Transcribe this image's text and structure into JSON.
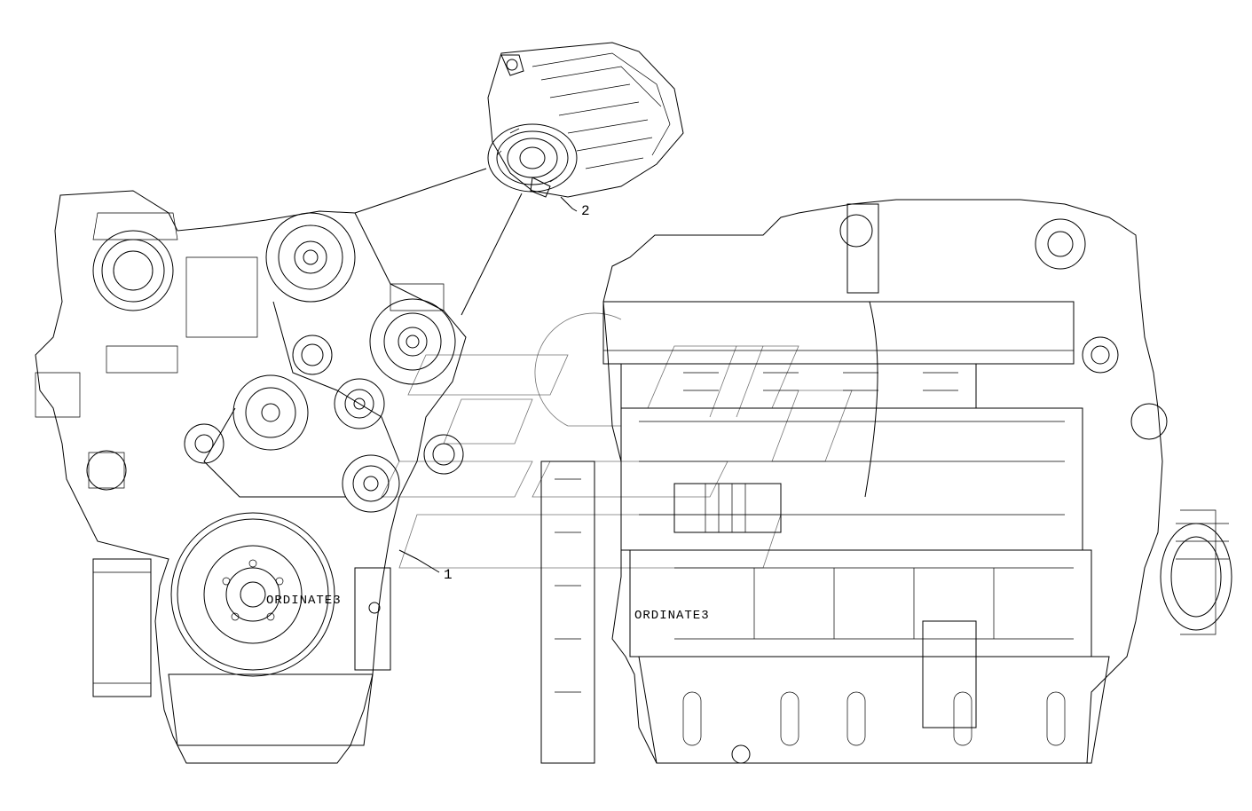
{
  "diagram": {
    "callouts": [
      {
        "id": "callout-1",
        "label": "1"
      },
      {
        "id": "callout-2",
        "label": "2"
      }
    ],
    "ordinates": {
      "left": "ORDINATE3",
      "right": "ORDINATE3"
    },
    "parts": [
      {
        "label": "1",
        "part": "engine"
      },
      {
        "label": "2",
        "part": "alternator"
      }
    ]
  }
}
